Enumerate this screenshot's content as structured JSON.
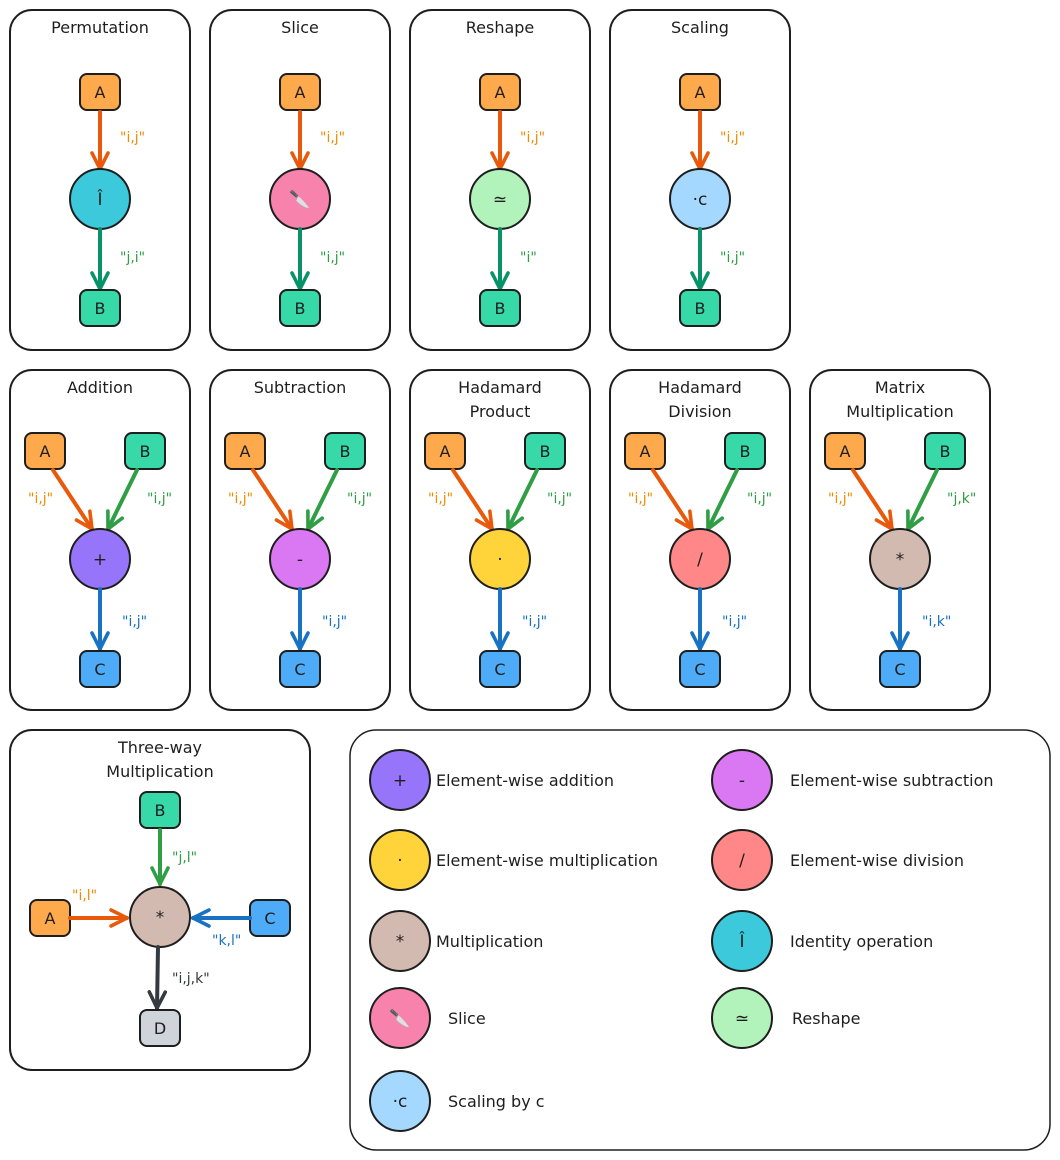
{
  "colors": {
    "orange_node": "#ffa94d",
    "orange_arrow": "#e8590c",
    "orange_label": "#f08c00",
    "green_node": "#38d9a9",
    "green_arrow": "#099268",
    "green_label": "#2f9e44",
    "blue_node": "#4dabf7",
    "blue_arrow": "#1971c2",
    "gray_node": "#ced4da",
    "dark_arrow": "#343a40",
    "identity": "#3bc9db",
    "slice": "#f783ac",
    "reshape": "#b2f2bb",
    "scaling": "#a5d8ff",
    "addition": "#9775fa",
    "subtraction": "#da77f2",
    "hadamard_product": "#ffd43b",
    "hadamard_division": "#ff8787",
    "multiplication": "#d2bab0"
  },
  "unary_panels": [
    {
      "title": "Permutation",
      "input": "A",
      "output": "B",
      "op": "Î",
      "op_icon": "identity-icon",
      "op_color": "#3bc9db",
      "in_label": "\"i,j\"",
      "out_label": "\"j,i\""
    },
    {
      "title": "Slice",
      "input": "A",
      "output": "B",
      "op": "🔪",
      "op_icon": "knife-icon",
      "op_color": "#f783ac",
      "in_label": "\"i,j\"",
      "out_label": "\"i,j\""
    },
    {
      "title": "Reshape",
      "input": "A",
      "output": "B",
      "op": "≃",
      "op_icon": "reshape-icon",
      "op_color": "#b2f2bb",
      "in_label": "\"i,j\"",
      "out_label": "\"i\""
    },
    {
      "title": "Scaling",
      "input": "A",
      "output": "B",
      "op": "·c",
      "op_icon": "scaling-icon",
      "op_color": "#a5d8ff",
      "in_label": "\"i,j\"",
      "out_label": "\"i,j\""
    }
  ],
  "binary_panels": [
    {
      "title_lines": [
        "Addition"
      ],
      "left": "A",
      "right": "B",
      "output": "C",
      "op": "+",
      "op_icon": "plus-icon",
      "op_color": "#9775fa",
      "left_label": "\"i,j\"",
      "right_label": "\"i,j\"",
      "out_label": "\"i,j\""
    },
    {
      "title_lines": [
        "Subtraction"
      ],
      "left": "A",
      "right": "B",
      "output": "C",
      "op": "-",
      "op_icon": "minus-icon",
      "op_color": "#da77f2",
      "left_label": "\"i,j\"",
      "right_label": "\"i,j\"",
      "out_label": "\"i,j\""
    },
    {
      "title_lines": [
        "Hadamard",
        "Product"
      ],
      "left": "A",
      "right": "B",
      "output": "C",
      "op": "·",
      "op_icon": "dot-icon",
      "op_color": "#ffd43b",
      "left_label": "\"i,j\"",
      "right_label": "\"i,j\"",
      "out_label": "\"i,j\""
    },
    {
      "title_lines": [
        "Hadamard",
        "Division"
      ],
      "left": "A",
      "right": "B",
      "output": "C",
      "op": "/",
      "op_icon": "divide-icon",
      "op_color": "#ff8787",
      "left_label": "\"i,j\"",
      "right_label": "\"i,j\"",
      "out_label": "\"i,j\""
    },
    {
      "title_lines": [
        "Matrix",
        "Multiplication"
      ],
      "left": "A",
      "right": "B",
      "output": "C",
      "op": "*",
      "op_icon": "asterisk-icon",
      "op_color": "#d2bab0",
      "left_label": "\"i,j\"",
      "right_label": "\"j,k\"",
      "out_label": "\"i,k\""
    }
  ],
  "three_way_panel": {
    "title_lines": [
      "Three-way",
      "Multiplication"
    ],
    "top": "B",
    "left": "A",
    "right": "C",
    "output": "D",
    "op": "*",
    "op_icon": "asterisk-icon",
    "op_color": "#d2bab0",
    "top_label": "\"j,l\"",
    "left_label": "\"i,l\"",
    "right_label": "\"k,l\"",
    "out_label": "\"i,j,k\""
  },
  "legend": {
    "items": [
      {
        "symbol": "+",
        "icon": "plus-icon",
        "color": "#9775fa",
        "label": "Element-wise addition"
      },
      {
        "symbol": "-",
        "icon": "minus-icon",
        "color": "#da77f2",
        "label": "Element-wise subtraction"
      },
      {
        "symbol": "·",
        "icon": "dot-icon",
        "color": "#ffd43b",
        "label": "Element-wise multiplication"
      },
      {
        "symbol": "/",
        "icon": "divide-icon",
        "color": "#ff8787",
        "label": "Element-wise division"
      },
      {
        "symbol": "*",
        "icon": "asterisk-icon",
        "color": "#d2bab0",
        "label": "Multiplication"
      },
      {
        "symbol": "Î",
        "icon": "identity-icon",
        "color": "#3bc9db",
        "label": "Identity operation"
      },
      {
        "symbol": "🔪",
        "icon": "knife-icon",
        "color": "#f783ac",
        "label": "Slice"
      },
      {
        "symbol": "≃",
        "icon": "reshape-icon",
        "color": "#b2f2bb",
        "label": "Reshape"
      },
      {
        "symbol": "·c",
        "icon": "scaling-icon",
        "color": "#a5d8ff",
        "label": "Scaling by c"
      }
    ]
  }
}
